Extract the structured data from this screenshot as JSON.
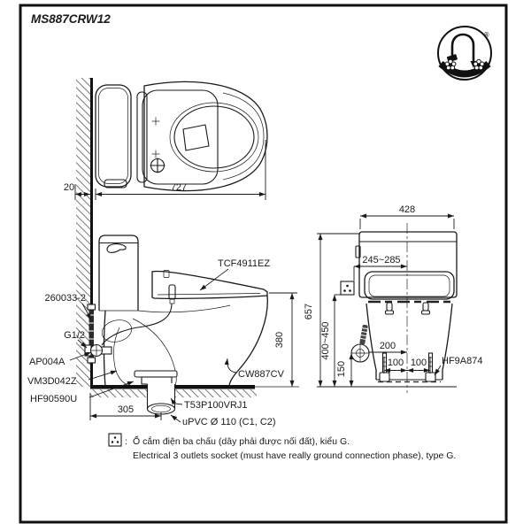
{
  "title": "MS887CRW12",
  "logo": {
    "reg": "®"
  },
  "top_view": {
    "dims": {
      "wall_gap": "20",
      "length": "727"
    }
  },
  "side_view": {
    "part_labels": {
      "washlet": "TCF4911EZ",
      "supply_hose": "260033-2",
      "thread_size": "G1/2",
      "stop_valve": "AP004A",
      "hose_connector": "VM3D042Z",
      "flange": "HF90590U",
      "bowl": "CW887CV",
      "drain_joint": "T53P100VRJ1",
      "drain_pipe": "uPVC Ø 110 (C1, C2)"
    },
    "dims": {
      "rim_height": "380",
      "drain_offset": "305"
    }
  },
  "front_view": {
    "part_labels": {
      "bolt_cap": "HF9A874"
    },
    "dims": {
      "width": "428",
      "socket_offset": "245~285",
      "total_height": "657",
      "socket_height": "400~450",
      "valve_height": "150",
      "valve_offset": "200",
      "bolt_left": "100",
      "bolt_right": "100"
    }
  },
  "footnote": {
    "separator": ":",
    "vi": "Ổ cắm điện ba chấu (dây phải được nối đất), kiểu G.",
    "en": "Electrical 3 outlets socket (must have really ground connection phase), type G."
  },
  "colors": {
    "line": "#1a1a1a",
    "bg": "#ffffff"
  }
}
